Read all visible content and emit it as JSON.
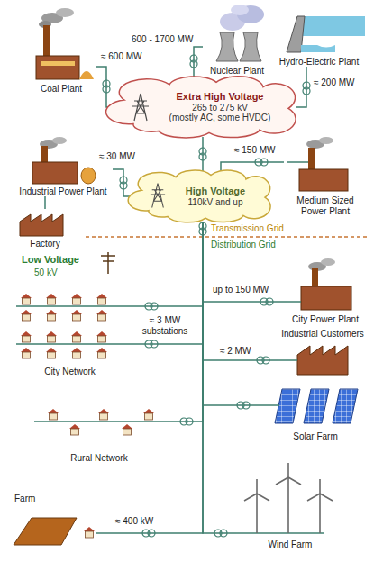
{
  "diagram": {
    "nodes": [
      {
        "text": [
          "Coal Plant"
        ]
      },
      {
        "text": [
          "Nuclear Plant"
        ]
      },
      {
        "text": [
          "Hydro-Electric Plant"
        ]
      },
      {
        "text": [
          "Extra High Voltage",
          "265 to 275 kV",
          "(mostly AC, some HVDC)"
        ]
      },
      {
        "text": [
          "Industrial Power Plant"
        ]
      },
      {
        "text": [
          "Medium Sized Power Plant"
        ]
      },
      {
        "text": [
          "High Voltage",
          "110kV and up"
        ]
      },
      {
        "text": [
          "Factory"
        ]
      },
      {
        "text": [
          "City Network"
        ]
      },
      {
        "text": [
          "City Power Plant"
        ]
      },
      {
        "text": [
          "Industrial Customers"
        ]
      },
      {
        "text": [
          "Solar Farm"
        ]
      },
      {
        "text": [
          "Rural Network"
        ]
      },
      {
        "text": [
          "Farm"
        ]
      },
      {
        "text": [
          "Wind Farm"
        ]
      }
    ],
    "edges": [
      {
        "from": 0,
        "to": 3,
        "arrow": "none",
        "label": "≈ 600 MW"
      },
      {
        "from": 1,
        "to": 3,
        "arrow": "none",
        "label": "600 - 1700 MW"
      },
      {
        "from": 2,
        "to": 3,
        "arrow": "none",
        "label": "≈ 200 MW"
      },
      {
        "from": 3,
        "to": 6,
        "arrow": "none"
      },
      {
        "from": 4,
        "to": 6,
        "arrow": "none",
        "label": "≈ 30 MW"
      },
      {
        "from": 5,
        "to": 6,
        "arrow": "none",
        "label": "≈ 150 MW"
      },
      {
        "from": 4,
        "to": 7,
        "arrow": "none"
      },
      {
        "from": 6,
        "to": 8,
        "arrow": "none",
        "label": "≈ 3 MW substations"
      },
      {
        "from": 6,
        "to": 9,
        "arrow": "none",
        "label": "up to 150 MW"
      },
      {
        "from": 6,
        "to": 10,
        "arrow": "none",
        "label": "≈ 2 MW"
      },
      {
        "from": 6,
        "to": 11,
        "arrow": "none"
      },
      {
        "from": 6,
        "to": 12,
        "arrow": "none"
      },
      {
        "from": 6,
        "to": 13,
        "arrow": "none",
        "label": "≈ 400 kW"
      },
      {
        "from": 6,
        "to": 14,
        "arrow": "none"
      }
    ],
    "labels": [
      "Transmission Grid",
      "Distribution Grid",
      "Low Voltage",
      "50 kV"
    ]
  }
}
